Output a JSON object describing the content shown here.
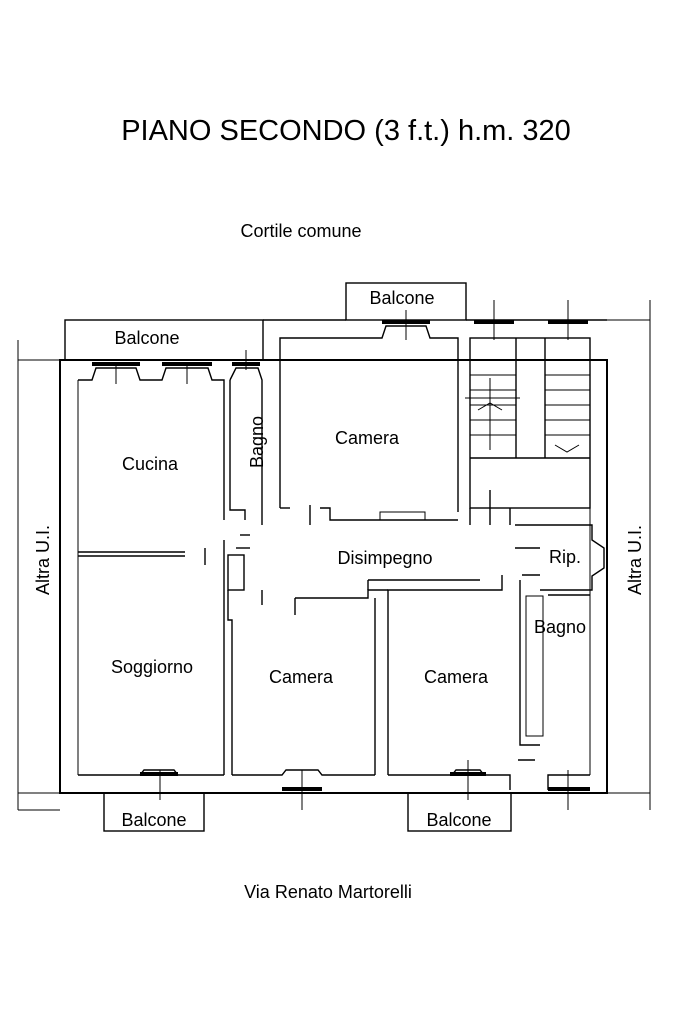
{
  "title": "PIANO  SECONDO (3 f.t.)  h.m. 320",
  "top_caption": "Cortile comune",
  "bottom_caption": "Via Renato Martorelli",
  "side_left": "Altra U.I.",
  "side_right": "Altra U.I.",
  "rooms": {
    "balcone_top_right": "Balcone",
    "balcone_top_left": "Balcone",
    "bagno_top": "Bagno",
    "cucina": "Cucina",
    "camera_top": "Camera",
    "disimpegno": "Disimpegno",
    "ripostiglio": "Rip.",
    "bagno_right": "Bagno",
    "soggiorno": "Soggiorno",
    "camera_mid": "Camera",
    "camera_right": "Camera",
    "balcone_bottom_left": "Balcone",
    "balcone_bottom_right": "Balcone"
  }
}
